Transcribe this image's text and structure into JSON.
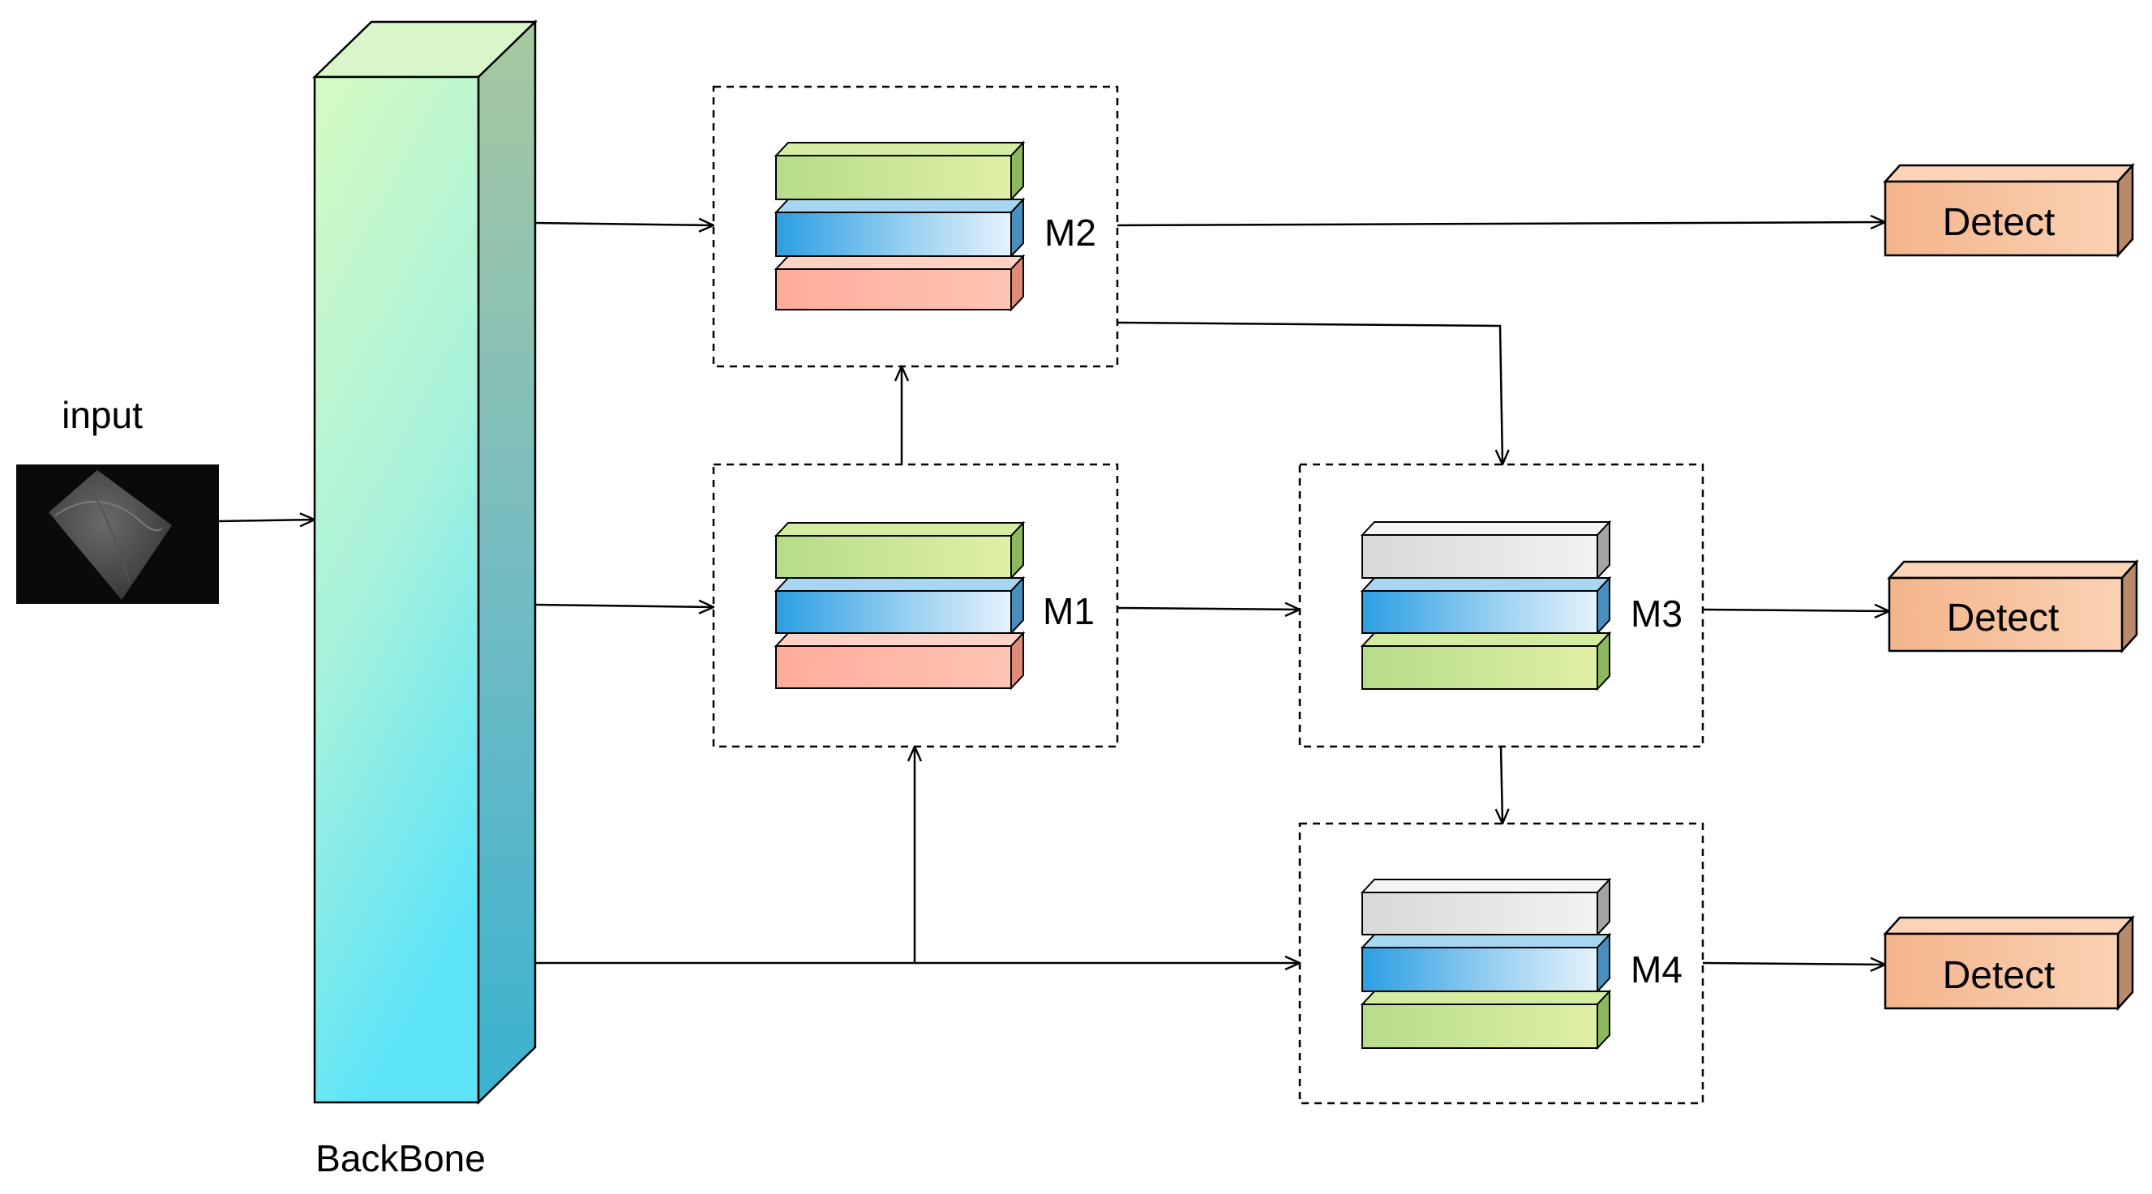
{
  "input": {
    "label": "input"
  },
  "backbone": {
    "label": "BackBone"
  },
  "modules": {
    "m1": {
      "label": "M1"
    },
    "m2": {
      "label": "M2"
    },
    "m3": {
      "label": "M3"
    },
    "m4": {
      "label": "M4"
    }
  },
  "detect": [
    {
      "label": "Detect"
    },
    {
      "label": "Detect"
    },
    {
      "label": "Detect"
    }
  ],
  "colors": {
    "green_layer": "#c8e48a",
    "blue_layer": "#5cb6ea",
    "pink_layer": "#ffb6a6",
    "gray_layer": "#e2e2e2",
    "detect_box": "#f6b98a",
    "backbone_top": "#d4fbc4",
    "backbone_bottom": "#5ee6f8"
  }
}
